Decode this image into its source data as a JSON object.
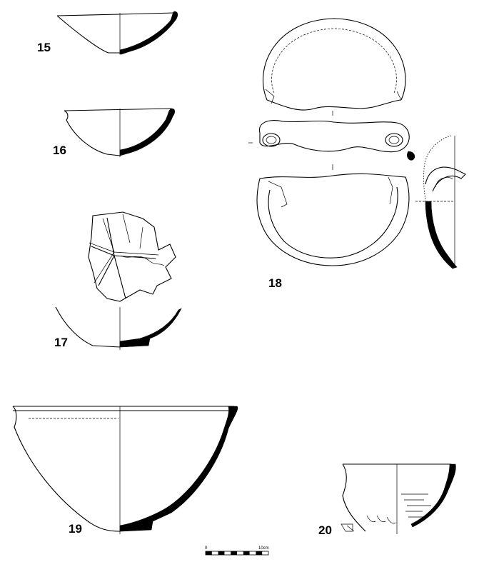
{
  "figures": [
    {
      "id": "15",
      "label": "15"
    },
    {
      "id": "16",
      "label": "16"
    },
    {
      "id": "17",
      "label": "17"
    },
    {
      "id": "18",
      "label": "18"
    },
    {
      "id": "19",
      "label": "19"
    },
    {
      "id": "20",
      "label": "20"
    }
  ],
  "scale_bar": {
    "start_label": "0",
    "end_label": "10cm"
  }
}
